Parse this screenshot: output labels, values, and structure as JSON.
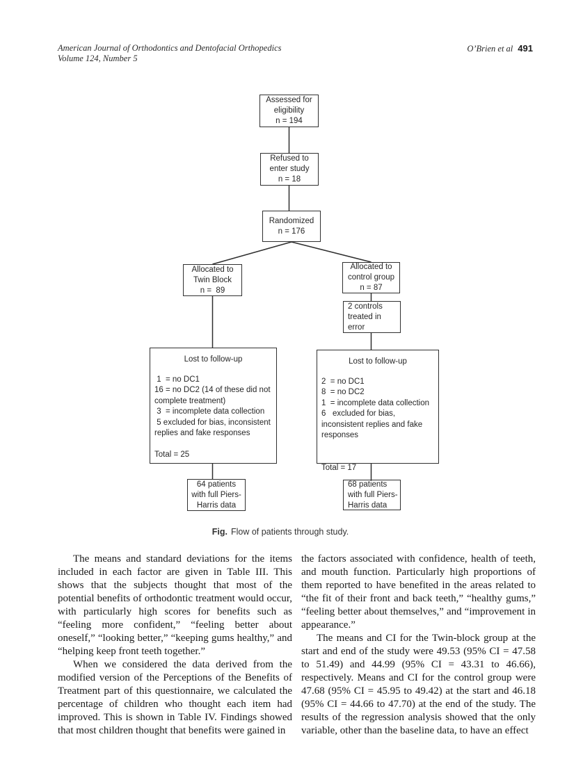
{
  "header": {
    "journal": "American Journal of Orthodontics and Dentofacial Orthopedics",
    "volume": "Volume 124, Number 5",
    "authors": "O’Brien et al",
    "page_number": "491"
  },
  "figure": {
    "caption_label": "Fig.",
    "caption_text": "Flow of patients through study.",
    "boxes": {
      "assessed": "Assessed for\neligibility\nn = 194",
      "refused": "Refused to\nenter study\nn = 18",
      "randomized": "Randomized\nn = 176",
      "twin_block": "Allocated to\nTwin Block\nn =  89",
      "control_group": "Allocated to\ncontrol group\nn = 87",
      "controls_error": "2 controls\ntreated in\nerror",
      "lost_left_title": "Lost to follow-up",
      "lost_left_body": " 1  = no DC1\n16 = no DC2 (14 of these did not\ncomplete treatment)\n 3  = incomplete data collection\n 5 excluded for bias, inconsistent\nreplies and fake responses\n\nTotal = 25",
      "lost_right_title": "Lost to follow-up",
      "lost_right_body": "2  = no DC1\n8  = no DC2\n1  = incomplete data collection\n6   excluded for bias,\ninconsistent replies and fake\nresponses\n\n\nTotal = 17",
      "piers_left": "64 patients\nwith full Piers-\nHarris data",
      "piers_right": "68 patients\nwith full Piers-\nHarris data"
    }
  },
  "body": {
    "left": [
      "The means and standard deviations for the items included in each factor are given in Table III. This shows that the subjects thought that most of the potential benefits of orthodontic treatment would occur, with particularly high scores for benefits such as “feeling more confident,” “feeling better about oneself,” “looking better,” “keeping gums healthy,” and “helping keep front teeth together.”",
      "When we considered the data derived from the modified version of the Perceptions of the Benefits of Treatment part of this questionnaire, we calculated the percentage of children who thought each item had improved. This is shown in Table IV. Findings showed that most children thought that benefits were gained in"
    ],
    "right": [
      "the factors associated with confidence, health of teeth, and mouth function. Particularly high proportions of them reported to have benefited in the areas related to “the fit of their front and back teeth,” “healthy gums,” “feeling better about themselves,” and “improvement in appearance.”",
      "The means and CI for the Twin-block group at the start and end of the study were 49.53 (95% CI = 47.58 to 51.49) and 44.99 (95% CI = 43.31 to 46.66), respectively. Means and CI for the control group were 47.68 (95% CI = 45.95 to 49.42) at the start and 46.18 (95% CI = 44.66 to 47.70) at the end of the study. The results of the regression analysis showed that the only variable, other than the baseline data, to have an effect"
    ]
  }
}
